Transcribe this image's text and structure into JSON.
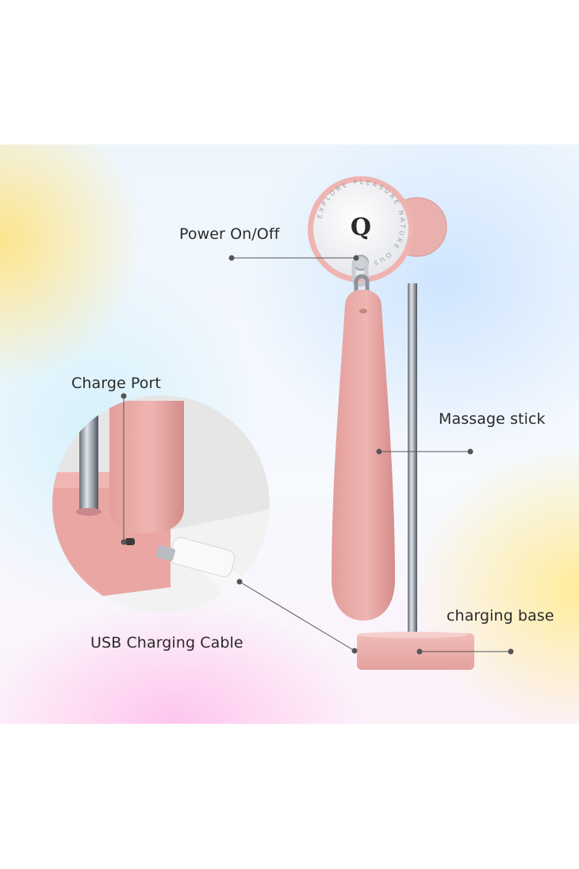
{
  "labels": {
    "power": "Power On/Off",
    "charge_port": "Charge Port",
    "massage_stick": "Massage stick",
    "charging_base": "charging base",
    "usb_cable": "USB Charging Cable"
  },
  "brand_ring_text": "EXPLORE PLEASURE NATURE OUS",
  "brand_letter": "Q",
  "colors": {
    "device_pink": "#e8a9a6",
    "device_pink_dark": "#d58f8d",
    "leader_line": "#555555",
    "text": "#2a2a2a"
  }
}
